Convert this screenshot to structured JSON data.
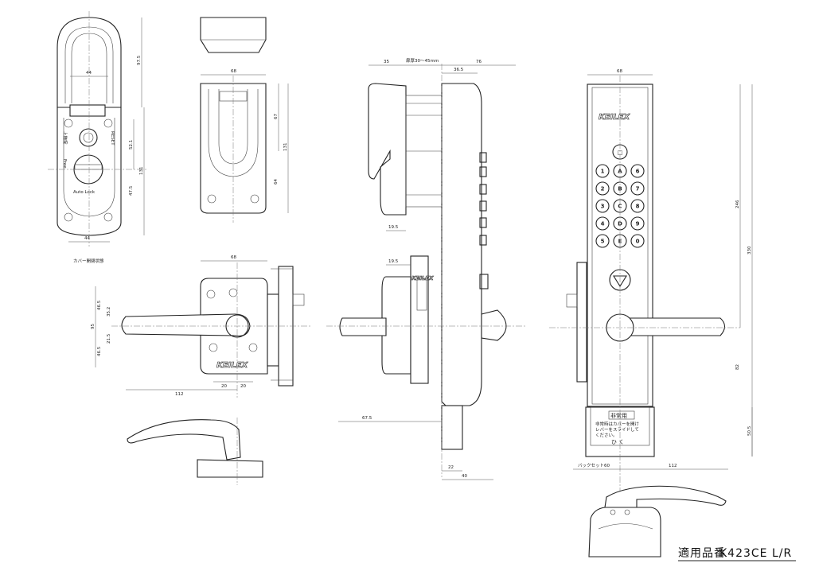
{
  "title": {
    "label": "適用品番",
    "model": "K423CE  L/R"
  },
  "brand": "KEILEX",
  "cover_view": {
    "caption": "カバー開閉状態",
    "dims": [
      "44",
      "97.5",
      "52.1",
      "131",
      "47.5",
      "44"
    ],
    "marks": [
      "Auto Lock",
      "RESET",
      "上施錠",
      "Free"
    ]
  },
  "top_view": {
    "dims": [
      "68",
      "67",
      "131",
      "64"
    ]
  },
  "lever_view": {
    "dims": [
      "68",
      "46.5",
      "35.2",
      "95",
      "21.5",
      "46.5",
      "112",
      "20",
      "20"
    ]
  },
  "side_view": {
    "dims": [
      "35",
      "扉厚30～45mm",
      "36.5",
      "76",
      "19.5",
      "19.5",
      "67.5",
      "22",
      "40"
    ]
  },
  "front_view": {
    "dims": [
      "68",
      "246",
      "330",
      "82",
      "50.5",
      "バックセット60",
      "112"
    ],
    "keys": [
      [
        "1",
        "A",
        "6"
      ],
      [
        "2",
        "B",
        "7"
      ],
      [
        "3",
        "C",
        "8"
      ],
      [
        "4",
        "D",
        "9"
      ],
      [
        "5",
        "E",
        "0"
      ]
    ],
    "top_key": "□",
    "emergency": {
      "badge": "非常用",
      "line1": "非常時はカバーを開け",
      "line2": "レバーをスライドして",
      "line3": "ください。",
      "pull": "ひ く"
    }
  }
}
